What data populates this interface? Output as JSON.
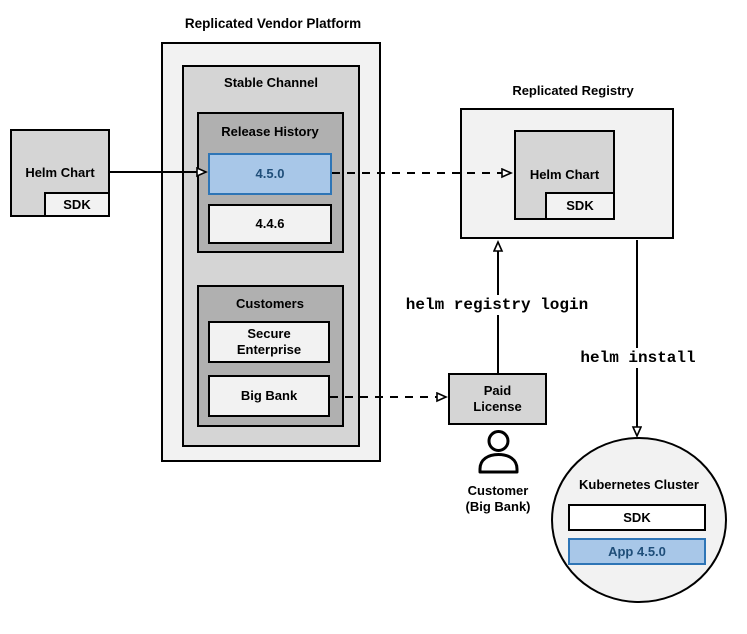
{
  "diagram": {
    "platform": {
      "title": "Replicated Vendor Platform",
      "stable_channel": {
        "label": "Stable Channel",
        "release_history": {
          "label": "Release History",
          "releases": [
            {
              "version": "4.5.0",
              "highlighted": true
            },
            {
              "version": "4.4.6",
              "highlighted": false
            }
          ]
        },
        "customers": {
          "label": "Customers",
          "items": [
            "Secure Enterprise",
            "Big Bank"
          ]
        }
      }
    },
    "source_chart": {
      "label": "Helm Chart",
      "sdk_label": "SDK"
    },
    "registry": {
      "title": "Replicated Registry",
      "helm_chart": {
        "label": "Helm Chart",
        "sdk_label": "SDK"
      }
    },
    "commands": {
      "registry_login": "helm registry login",
      "install": "helm install"
    },
    "paid_license": {
      "lines": [
        "Paid",
        "License"
      ]
    },
    "customer": {
      "lines": [
        "Customer",
        "(Big Bank)"
      ]
    },
    "cluster": {
      "label": "Kubernetes Cluster",
      "sdk_label": "SDK",
      "app_label": "App 4.5.0"
    },
    "colors": {
      "highlight_fill": "#a8c7e8",
      "highlight_border": "#2e75b6",
      "highlight_text": "#1f4e79"
    }
  }
}
